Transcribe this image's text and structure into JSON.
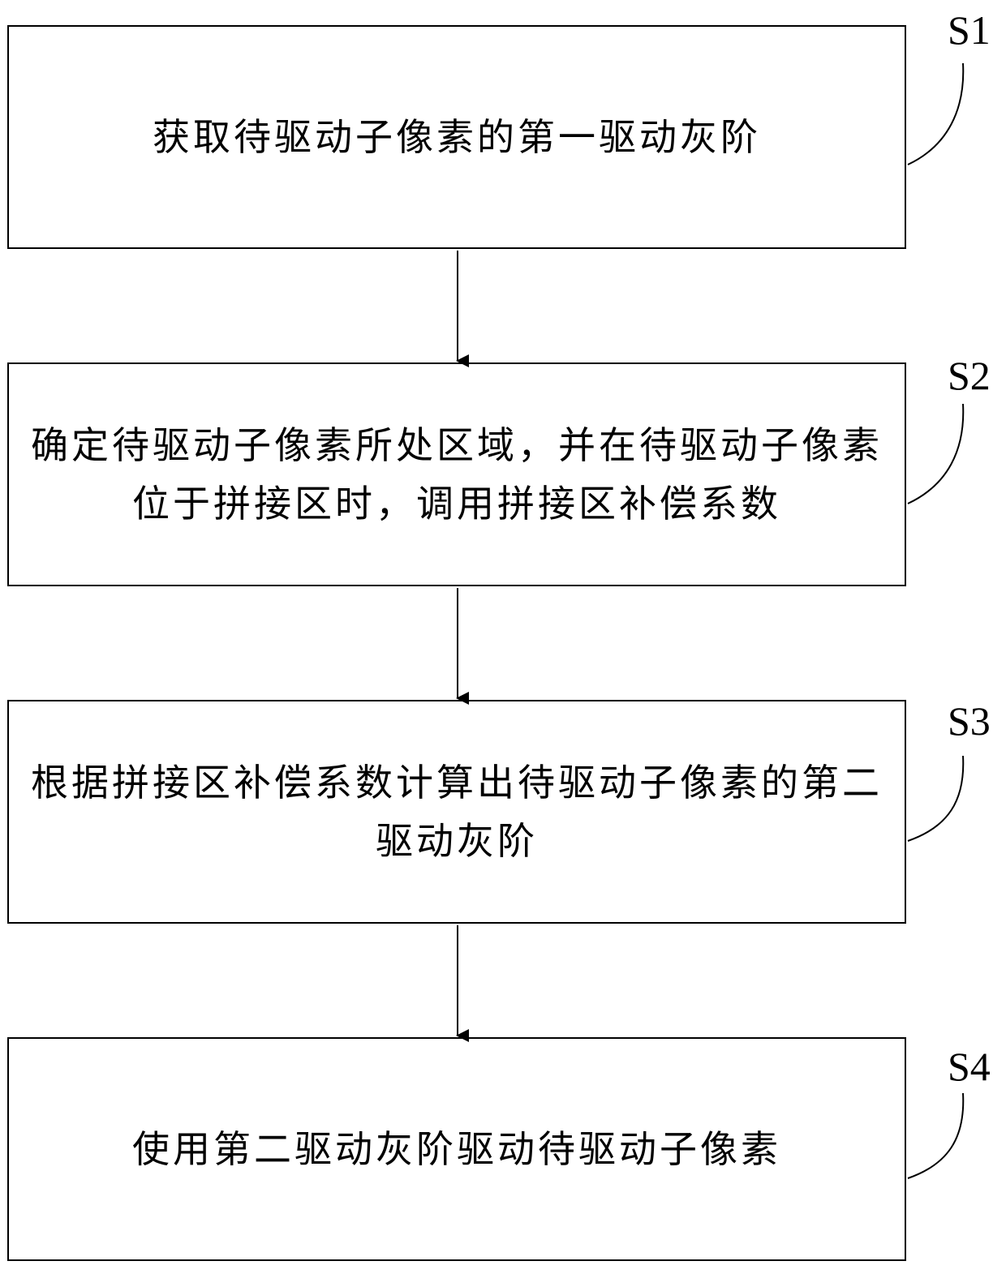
{
  "steps": [
    {
      "label": "S1",
      "text": "获取待驱动子像素的第一驱动灰阶"
    },
    {
      "label": "S2",
      "text": "确定待驱动子像素所处区域，并在待驱动子像素位于拼接区时，调用拼接区补偿系数"
    },
    {
      "label": "S3",
      "text": "根据拼接区补偿系数计算出待驱动子像素的第二驱动灰阶"
    },
    {
      "label": "S4",
      "text": "使用第二驱动灰阶驱动待驱动子像素"
    }
  ],
  "colors": {
    "line": "#000000",
    "background": "#ffffff"
  }
}
